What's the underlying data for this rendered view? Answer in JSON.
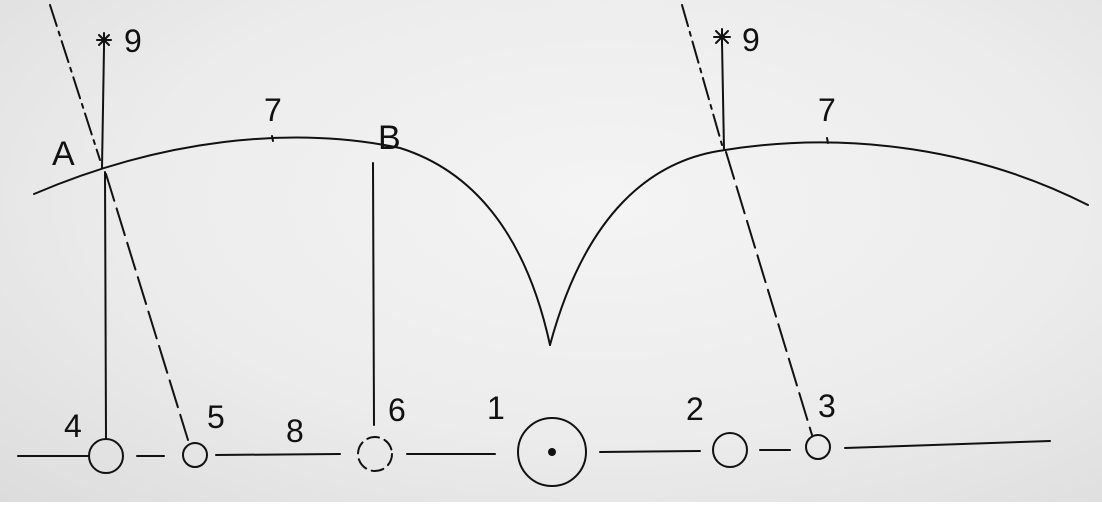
{
  "colors": {
    "ink": "#111111",
    "paper": "#efefef"
  },
  "labels": {
    "point_a": "A",
    "point_b": "B",
    "num_1": "1",
    "num_2": "2",
    "num_3": "3",
    "num_4": "4",
    "num_5": "5",
    "num_6": "6",
    "num_7_left": "7",
    "num_7_right": "7",
    "num_8": "8",
    "num_9_left": "9",
    "num_9_right": "9"
  }
}
